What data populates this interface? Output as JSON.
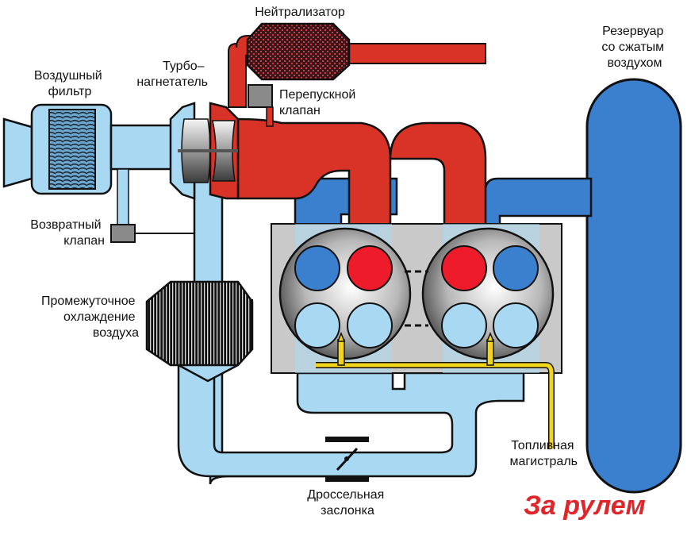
{
  "labels": {
    "neutralizer": "Нейтрализатор",
    "tank": [
      "Резервуар",
      "со сжатым",
      "воздухом"
    ],
    "air_filter": [
      "Воздушный",
      "фильтр"
    ],
    "turbo": [
      "Турбо–",
      "нагнетатель"
    ],
    "bypass": [
      "Перепускной",
      "клапан"
    ],
    "check_valve": [
      "Возвратный",
      "клапан"
    ],
    "intercooler": [
      "Промежуточное",
      "охлаждение",
      "воздуха"
    ],
    "fuel_rail": [
      "Топливная",
      "магистраль"
    ],
    "throttle": [
      "Дроссельная",
      "заслонка"
    ]
  },
  "logo": {
    "text": "За рулем"
  },
  "colors": {
    "exhaust": "#d93226",
    "compressed_air": "#3b7fcf",
    "intake_air": "#a9d8f2",
    "outline": "#111111",
    "fuel": "#f2d51a",
    "logo": "#e0262a"
  },
  "icons": {
    "air_filter": "filter-icon",
    "turbo": "turbine-icon",
    "valve": "valve-icon",
    "injector": "injector-icon"
  }
}
